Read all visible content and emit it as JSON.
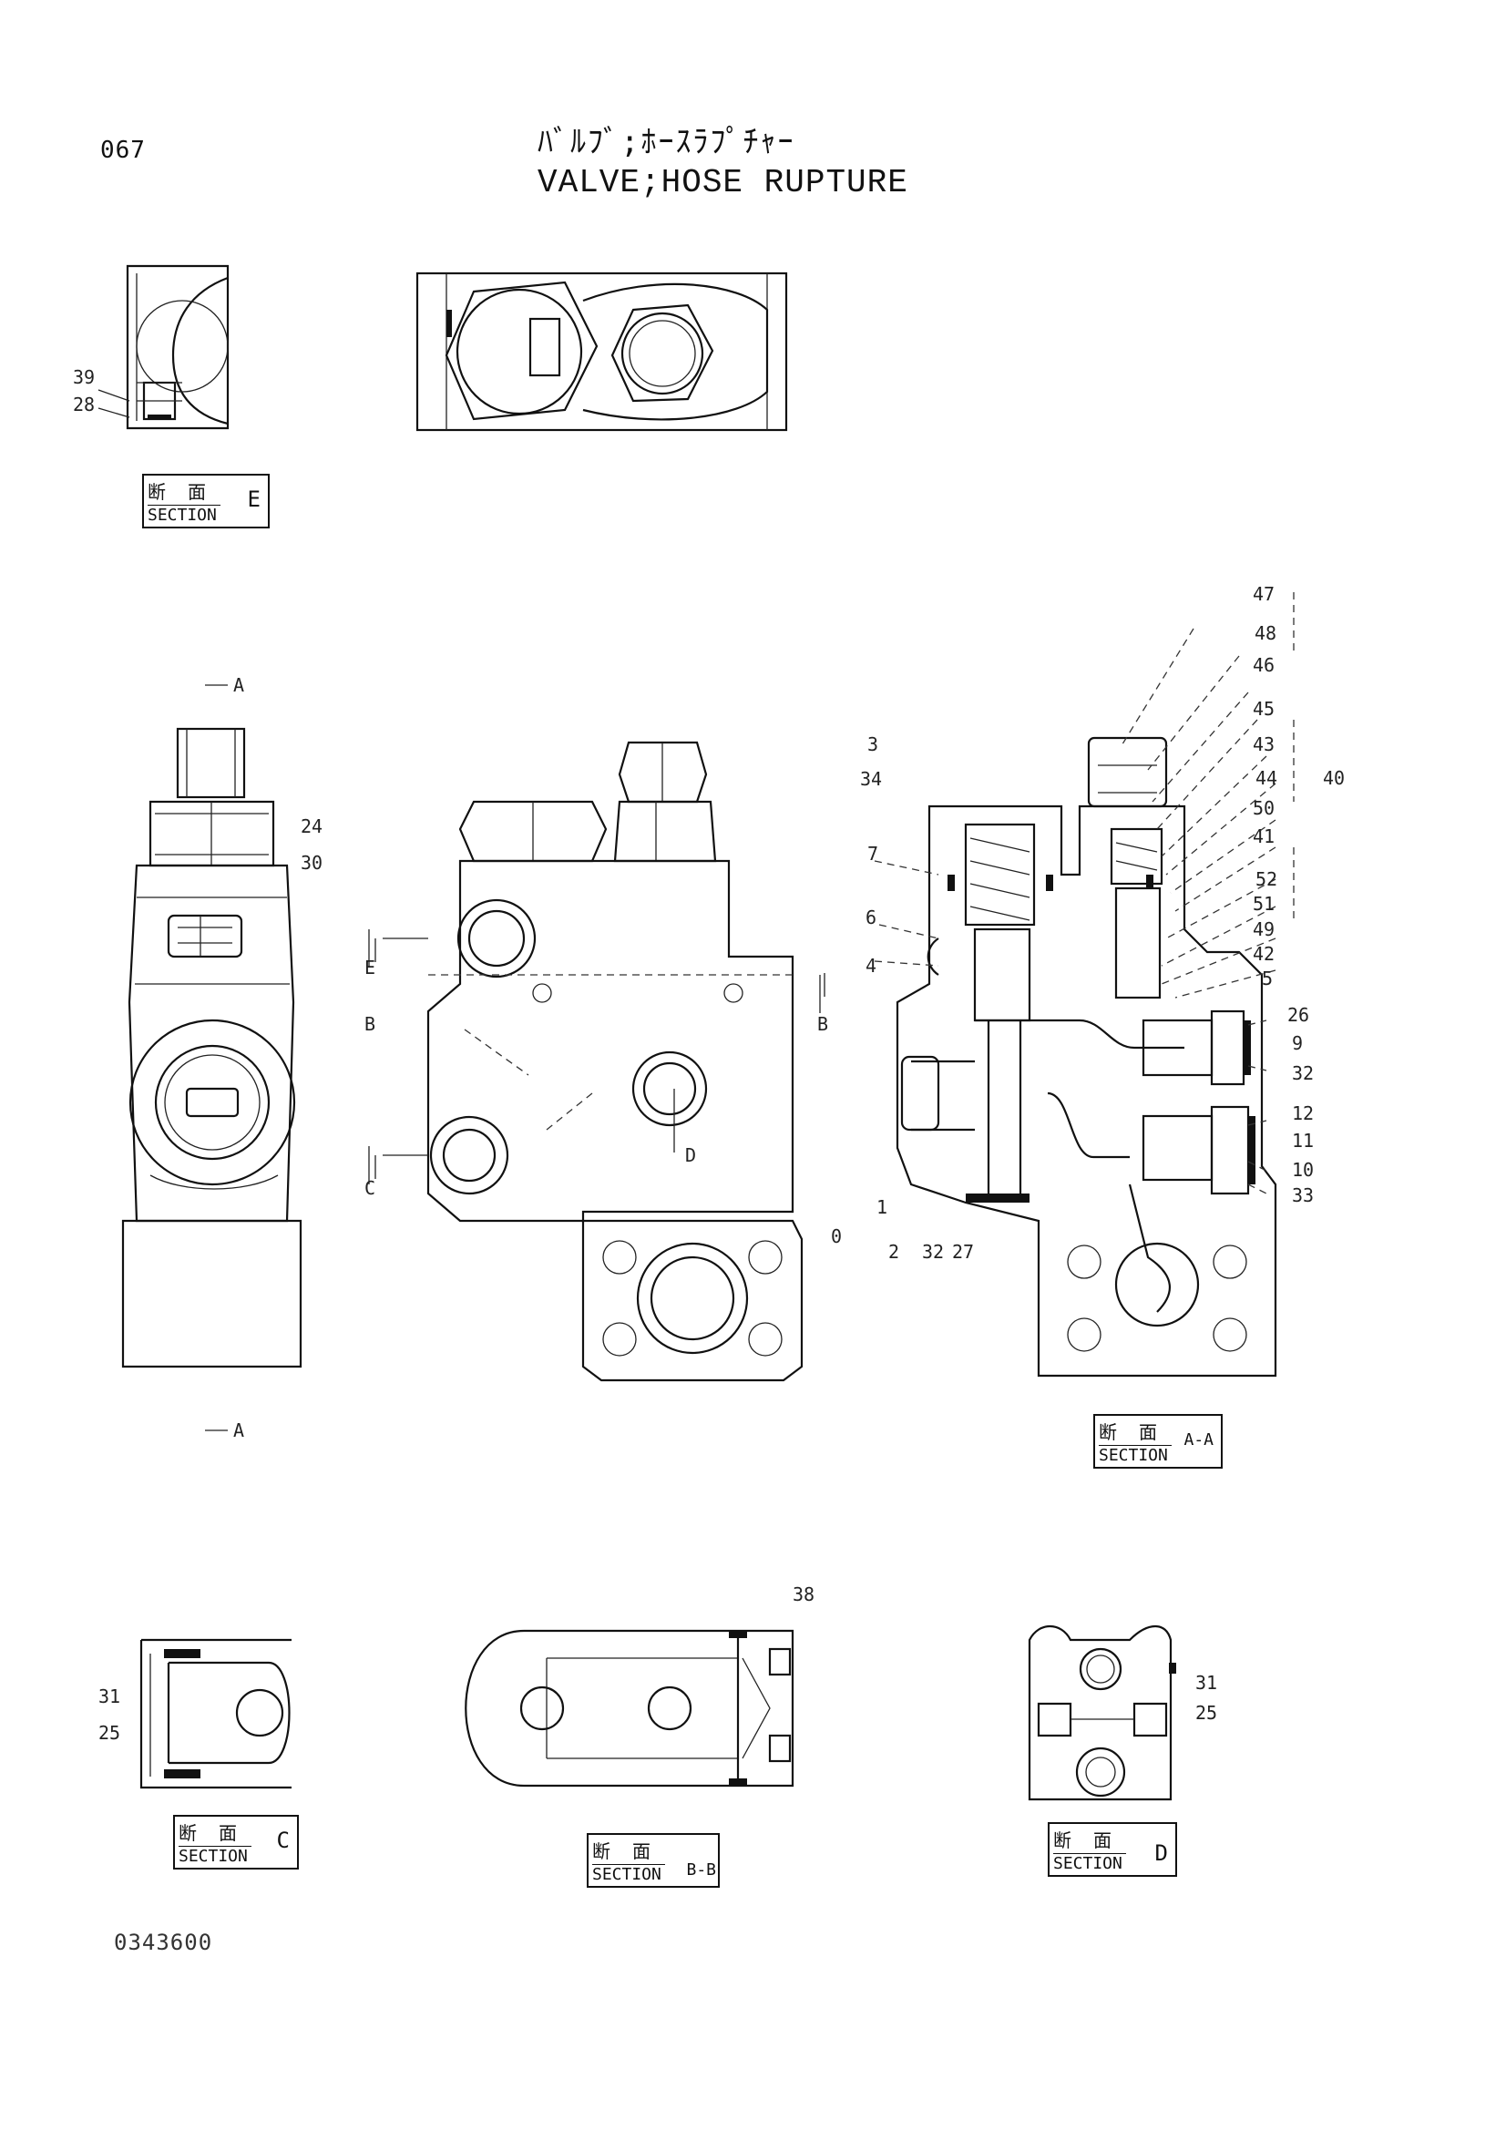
{
  "header": {
    "page_code": "067",
    "title_jp": "ﾊﾞﾙﾌﾞ;ﾎｰｽﾗﾌﾟﾁｬｰ",
    "title_en": "VALVE;HOSE RUPTURE"
  },
  "footer": {
    "drawing_code": "0343600"
  },
  "sections": {
    "kanji": "断 面",
    "word": "SECTION",
    "e": "E",
    "aa": "A-A",
    "c": "C",
    "bb": "B-B",
    "d": "D"
  },
  "view_markers": {
    "a_top": "A",
    "a_bottom": "A",
    "b_left": "B",
    "b_right": "B",
    "c": "C",
    "d": "D",
    "e": "E"
  },
  "callouts": {
    "section_e": [
      "39",
      "28"
    ],
    "front_view": [
      "24",
      "30"
    ],
    "section_aa_left": [
      "3",
      "34",
      "7",
      "6",
      "4",
      "1",
      "0",
      "2",
      "32",
      "27"
    ],
    "section_aa_right": [
      "47",
      "48",
      "46",
      "45",
      "43",
      "44",
      "40",
      "50",
      "41",
      "52",
      "51",
      "49",
      "42",
      "5",
      "26",
      "9",
      "32",
      "12",
      "11",
      "10",
      "33"
    ],
    "section_c": [
      "31",
      "25"
    ],
    "section_bb": [
      "38"
    ],
    "section_d": [
      "31",
      "25"
    ]
  }
}
